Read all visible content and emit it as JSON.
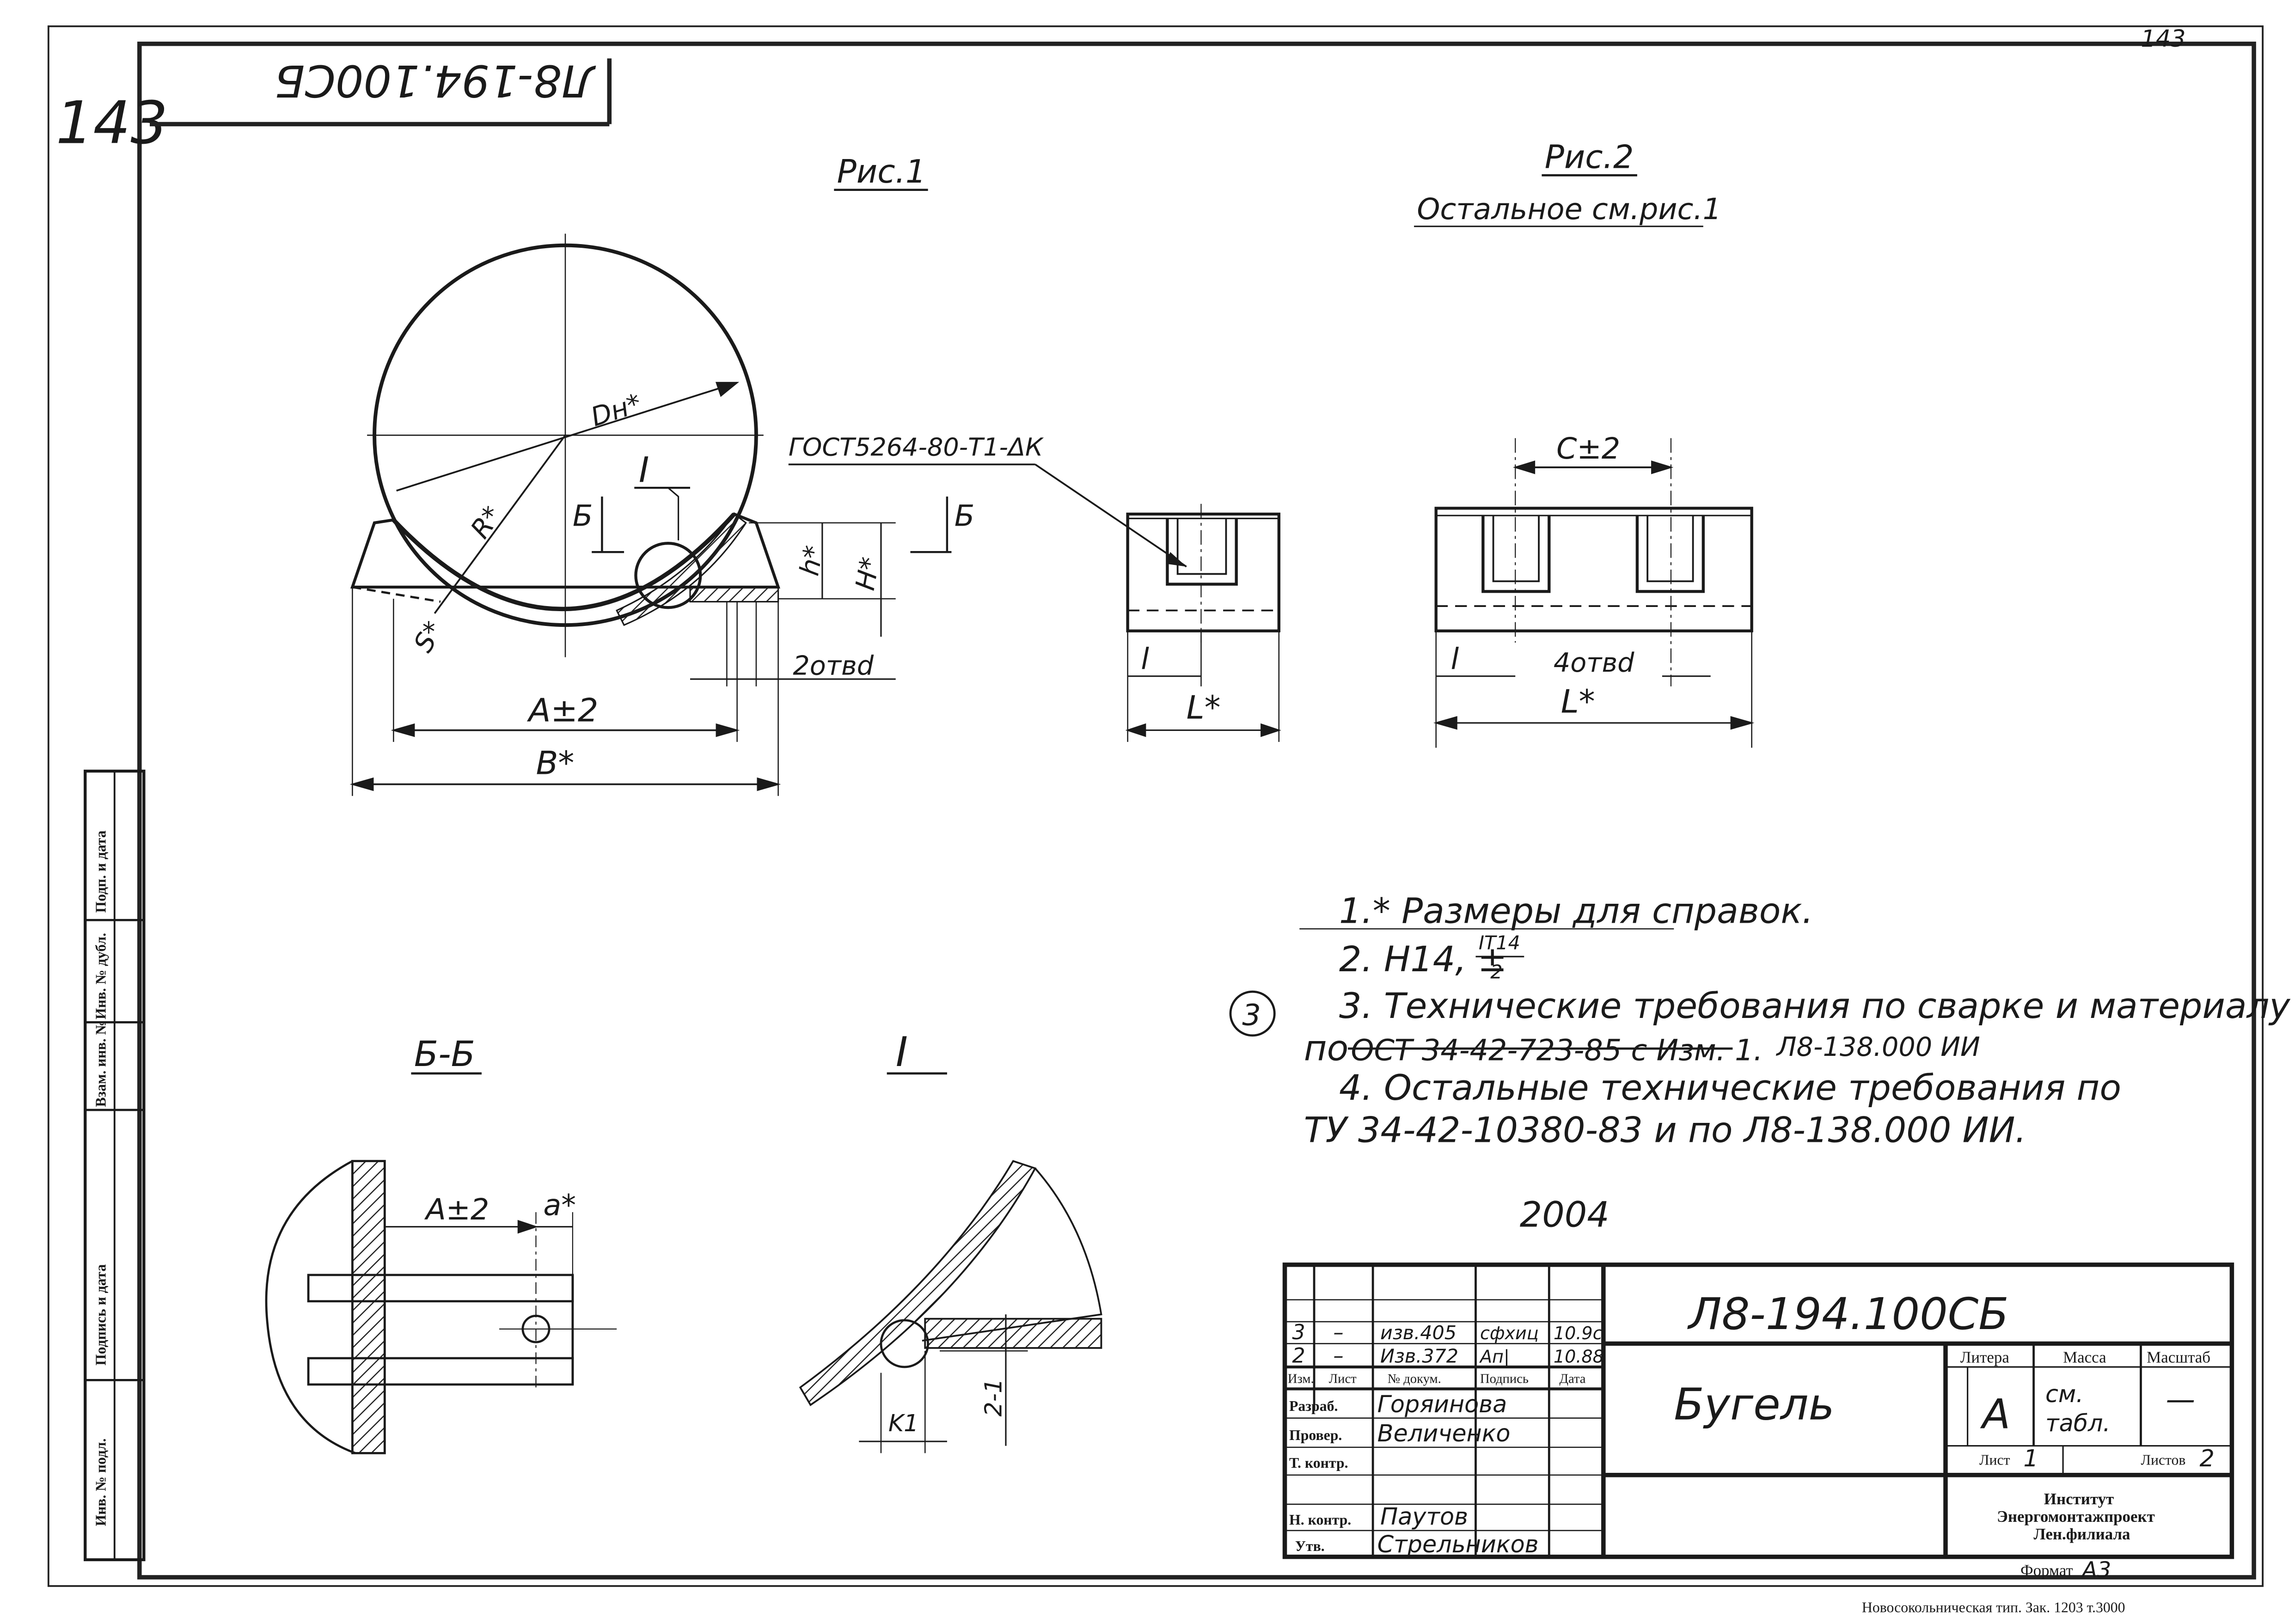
{
  "page_number": "143",
  "handwritten_page_number": "143",
  "corner_stamp": "Л8-194.100СБ",
  "views": {
    "fig1": {
      "title": "Рис.1",
      "dims": {
        "dn": "Dн*",
        "r": "R*",
        "s": "S*",
        "h_small": "h*",
        "h_big": "H*",
        "holes": "2отвd",
        "a": "A±2",
        "b": "B*",
        "section": "Б",
        "detail": "I"
      }
    },
    "weld_note": "ГОСТ5264-80-Т1-ΔК",
    "fig2": {
      "title": "Рис.2",
      "subtitle": "Остальное см.рис.1",
      "dims": {
        "c": "С±2",
        "l": "l",
        "L": "L*",
        "holes": "4отвd"
      }
    },
    "left_block": {
      "dims": {
        "l": "l",
        "L": "L*"
      }
    },
    "section_bb": {
      "title": "Б-Б",
      "dims": {
        "a": "A±2",
        "a_small": "a*"
      }
    },
    "detail_i": {
      "title": "I",
      "dims": {
        "k1": "K1",
        "gap": "2-1"
      }
    }
  },
  "notes": {
    "circled": "3",
    "line1": "1.* Размеры для справок.",
    "line2_main": "2. Н14, ±",
    "line2_num": "IT14",
    "line2_den": "2",
    "line3": "3. Технические требования по сварке и материалу",
    "line4_prefix": "по",
    "line4_struck": "ОСТ 34-42-723-85 с Изм. 1.",
    "line4_suffix": "Л8-138.000 ИИ",
    "line5": "4. Остальные технические требования по",
    "line6": "ТУ 34-42-10380-83 и по Л8-138.000 ИИ.",
    "hand_year": "2004"
  },
  "left_margin": {
    "labels": [
      "Инв. № подл.",
      "Подпись и дата",
      "Взам. инв. №",
      "Инв. № дубл.",
      "Подп. и дата"
    ]
  },
  "title_block": {
    "designation": "Л8-194.100СБ",
    "name": "Бугель",
    "revisions": [
      {
        "izm": "3",
        "list": "–",
        "doc": "изв.405",
        "sign": "сфхиц",
        "date": "10.9с"
      },
      {
        "izm": "2",
        "list": "–",
        "doc": "Изв.372",
        "sign": "Ап|",
        "date": "10.88"
      }
    ],
    "rev_headers": [
      "Изм.",
      "Лист",
      "№ докум.",
      "Подпись",
      "Дата"
    ],
    "roles": [
      {
        "role": "Разраб.",
        "name": "Горяинова"
      },
      {
        "role": "Провер.",
        "name": "Величенко"
      },
      {
        "role": "Т. контр.",
        "name": ""
      },
      {
        "role": "",
        "name": ""
      },
      {
        "role": "Н. контр.",
        "name": "Паутов"
      },
      {
        "role": "Утв.",
        "name": "Стрельников"
      }
    ],
    "litera_label": "Литера",
    "massa_label": "Масса",
    "masshtab_label": "Масштаб",
    "litera": "А",
    "massa_line1": "см.",
    "massa_line2": "табл.",
    "masshtab": "—",
    "list_label": "Лист",
    "list": "1",
    "listov_label": "Листов",
    "listov": "2",
    "org_line1": "Институт",
    "org_line2": "Энергомонтажпроект",
    "org_line3": "Лен.филиала",
    "format_label": "Формат",
    "format": "А3"
  },
  "printer_line": "Новосокольническая тип. Зак. 1203 т.3000"
}
